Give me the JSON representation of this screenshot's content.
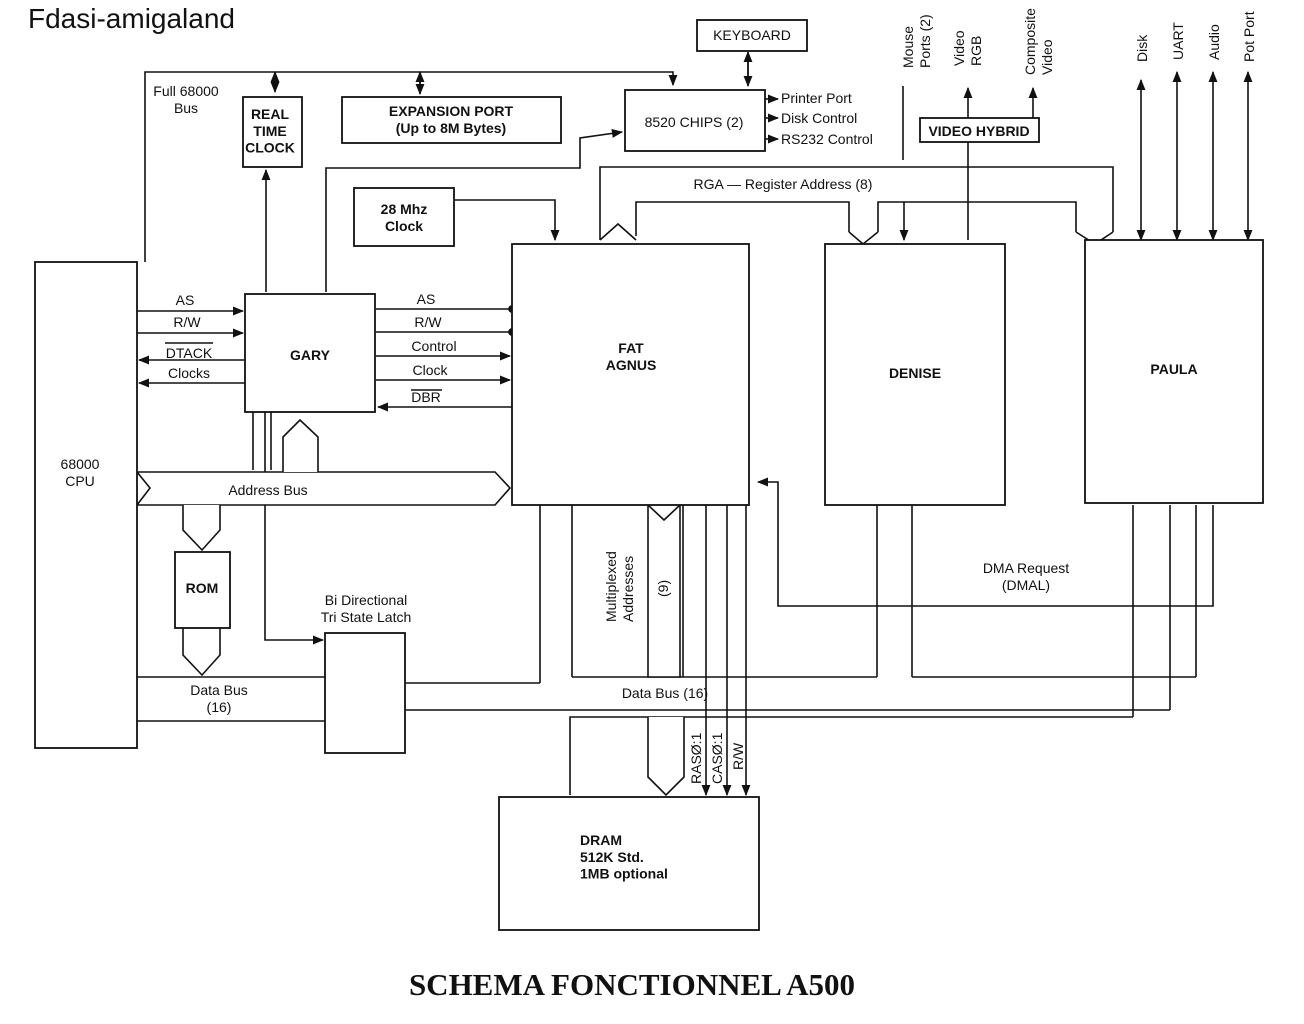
{
  "brand": "Fdasi-amigaland",
  "title": "SCHEMA FONCTIONNEL A500",
  "blocks": {
    "cpu": "68000\nCPU",
    "gary": "GARY",
    "rtc": "REAL\nTIME\nCLOCK",
    "expansion": "EXPANSION PORT\n(Up to 8M Bytes)",
    "keyboard": "KEYBOARD",
    "cia": "8520 CHIPS (2)",
    "clock28": "28 Mhz\nClock",
    "video_hybrid": "VIDEO HYBRID",
    "agnus": "FAT\nAGNUS",
    "denise": "DENISE",
    "paula": "PAULA",
    "rom": "ROM",
    "latch": "Bi Directional\nTri State Latch",
    "dram": "DRAM\n512K Std.\n1MB optional"
  },
  "labels": {
    "full_bus": "Full 68000\nBus",
    "cpu_as": "AS",
    "cpu_rw": "R/W",
    "cpu_dtack": "DTACK",
    "cpu_clocks": "Clocks",
    "gary_as": "AS",
    "gary_rw": "R/W",
    "gary_control": "Control",
    "gary_clock": "Clock",
    "gary_dbr": "DBR",
    "address_bus": "Address Bus",
    "data_bus_cpu": "Data Bus\n(16)",
    "data_bus_chip": "Data Bus (16)",
    "rga": "RGA — Register Address (8)",
    "mux": "Multiplexed\nAddresses",
    "mux_count": "(9)",
    "dma": "DMA Request\n(DMAL)",
    "printer": "Printer Port",
    "disk_ctrl": "Disk Control",
    "rs232": "RS232 Control",
    "ras": "RASØ:1",
    "cas": "CASØ:1",
    "dram_rw": "R/W",
    "mouse": "Mouse\nPorts (2)",
    "video_rgb": "Video\nRGB",
    "composite": "Composite\nVideo",
    "disk": "Disk",
    "uart": "UART",
    "audio": "Audio",
    "pot": "Pot Port"
  }
}
